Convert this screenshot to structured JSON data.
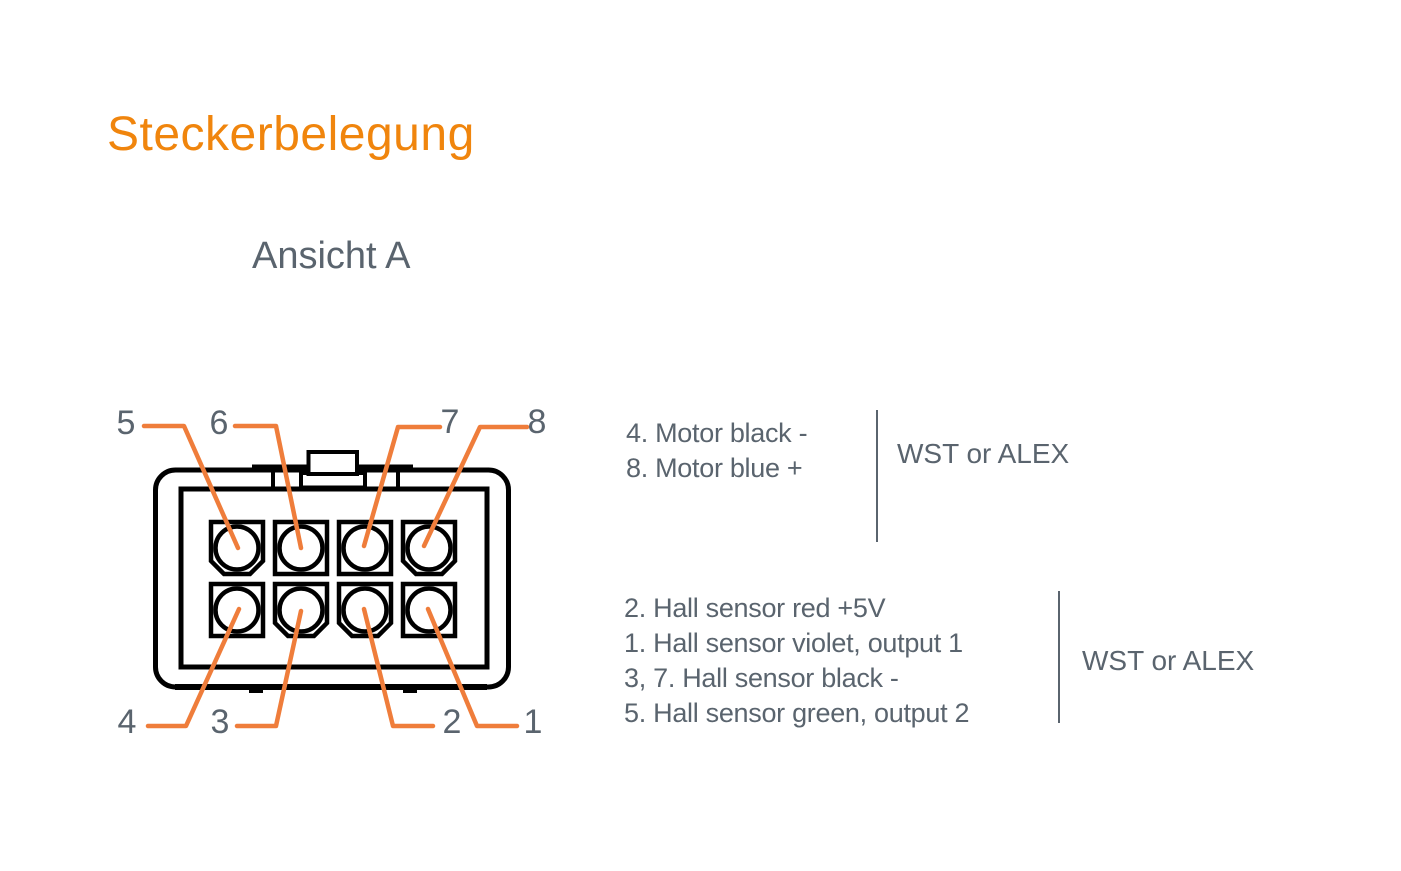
{
  "page": {
    "title": "Steckerbelegung",
    "subtitle": "Ansicht A"
  },
  "colors": {
    "accent_orange": "#F0850D",
    "leader_orange": "#EF7D3B",
    "text_grey": "#5A646E",
    "outline_black": "#000000",
    "background": "#FFFFFF"
  },
  "connector": {
    "type": "8-pin plug, 2 rows of 4, front view",
    "pin_numbers": {
      "top": [
        "5",
        "6",
        "7",
        "8"
      ],
      "bottom": [
        "4",
        "3",
        "2",
        "1"
      ]
    }
  },
  "legend": {
    "groups": [
      {
        "lines": [
          "4. Motor black -",
          "8. Motor blue +"
        ],
        "tag": "WST or ALEX"
      },
      {
        "lines": [
          "2. Hall sensor red +5V",
          "1. Hall sensor violet, output 1",
          "3, 7. Hall sensor black -",
          "5. Hall sensor green, output 2"
        ],
        "tag": "WST or ALEX"
      }
    ]
  }
}
